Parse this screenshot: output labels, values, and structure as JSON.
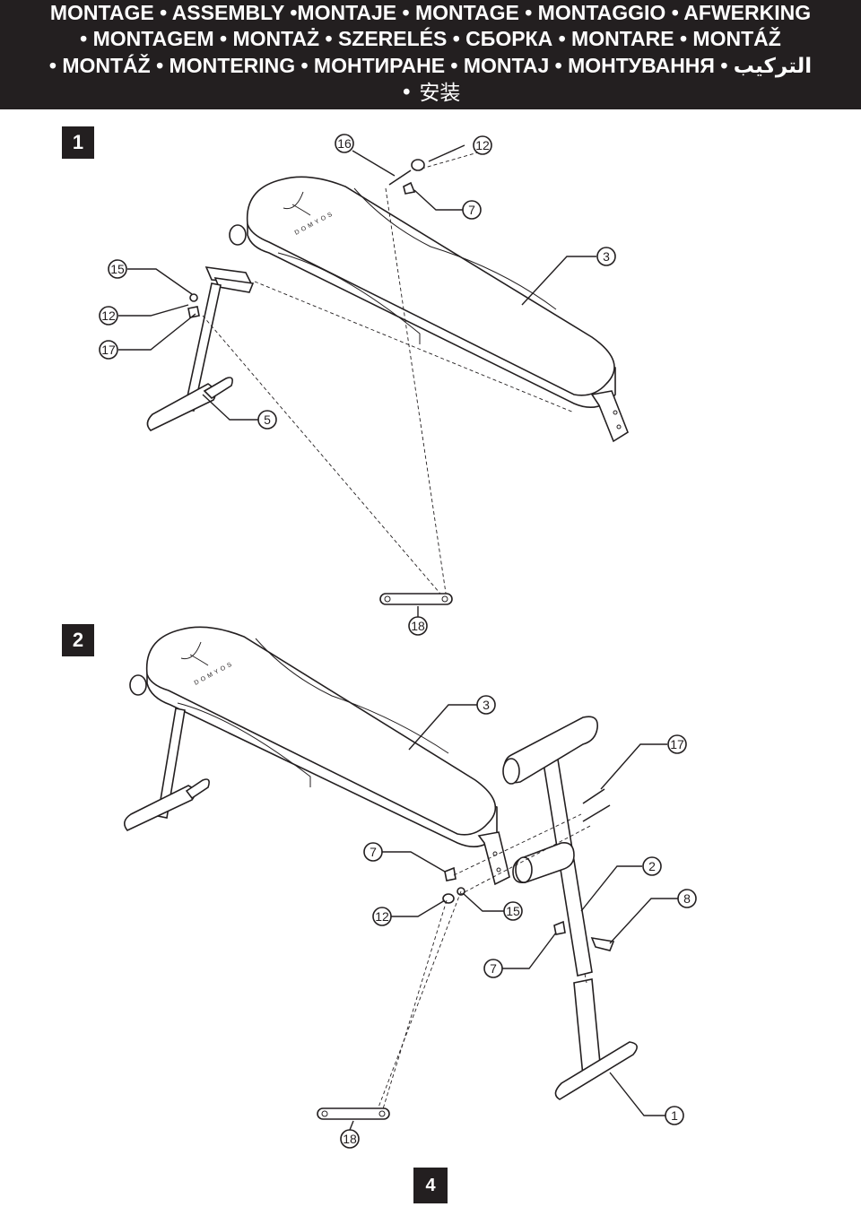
{
  "header": {
    "line1": "MONTAGE • ASSEMBLY •MONTAJE • MONTAGE • MONTAGGIO • AFWERKING",
    "line2": "• MONTAGEM • MONTAŻ • SZERELÉS • СБОРКА • MONTARE •  MONTÁŽ",
    "line3": "• MONTÁŽ • MONTERING • МОНТИРАНЕ • MONTAJ • МОНТУВАННЯ • التركيب",
    "line4": "• 安装"
  },
  "steps": {
    "step1": "1",
    "step2": "2"
  },
  "brand": "DOMYOS",
  "callouts": {
    "s1_16": "16",
    "s1_12a": "12",
    "s1_7": "7",
    "s1_3": "3",
    "s1_15": "15",
    "s1_12b": "12",
    "s1_17": "17",
    "s1_5": "5",
    "s1_18": "18",
    "s2_3": "3",
    "s2_17": "17",
    "s2_7a": "7",
    "s2_2": "2",
    "s2_8": "8",
    "s2_12": "12",
    "s2_15": "15",
    "s2_7b": "7",
    "s2_1": "1",
    "s2_18": "18"
  },
  "page_number": "4"
}
